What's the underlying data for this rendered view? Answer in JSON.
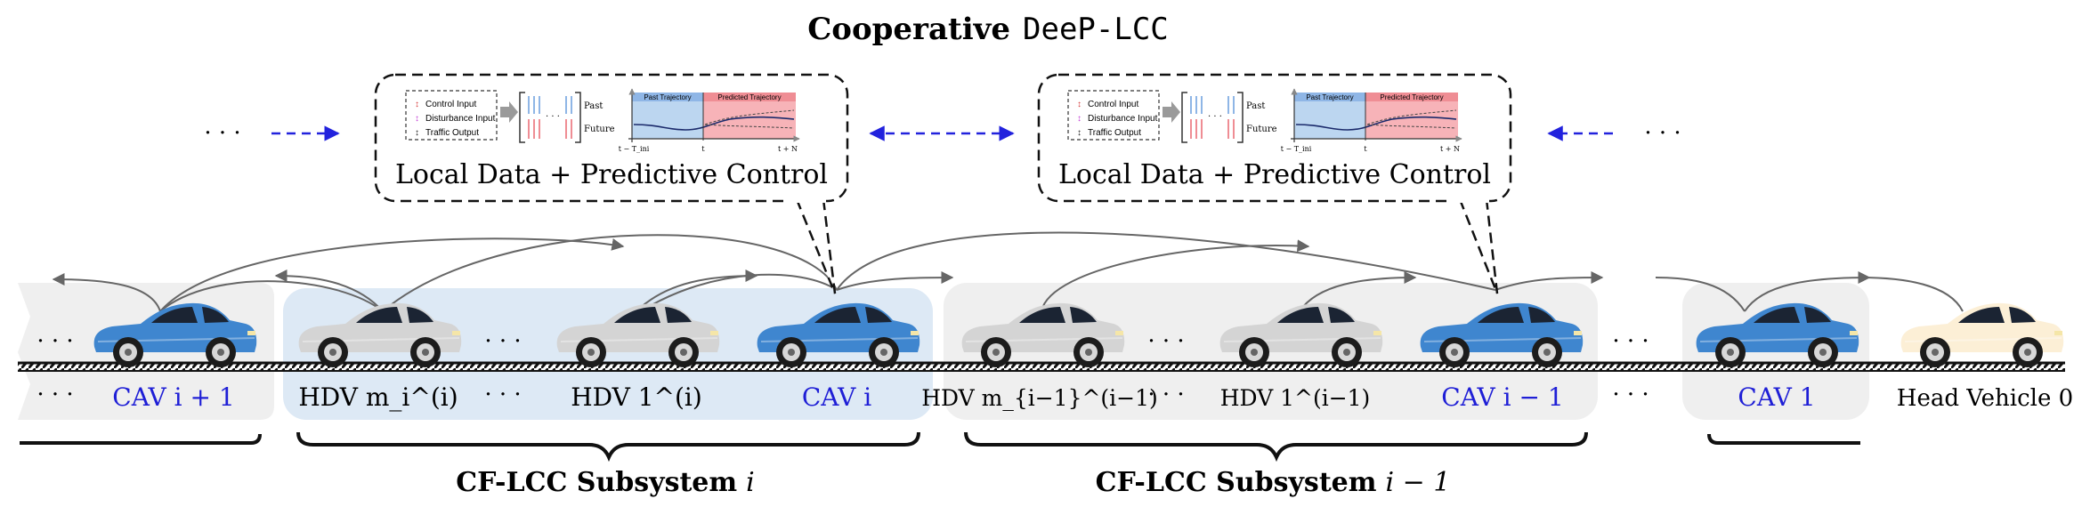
{
  "title": {
    "bold_part": "Cooperative",
    "mono_part": "DeeP-LCC"
  },
  "ellipsis": "· · ·",
  "callouts": [
    {
      "caption": "Local Data + Predictive Control",
      "legend": [
        "Control Input",
        "Disturbance Input",
        "Traffic Output"
      ],
      "hankel_labels": {
        "past": "Past",
        "future": "Future",
        "dots": "· · ·"
      },
      "plot": {
        "past_label": "Past Trajectory",
        "pred_label": "Predicted Trajectory",
        "ticks": {
          "start": "t − T_ini",
          "mid": "t",
          "end": "t + N"
        }
      }
    },
    {
      "caption": "Local Data + Predictive Control",
      "legend": [
        "Control Input",
        "Disturbance Input",
        "Traffic Output"
      ],
      "hankel_labels": {
        "past": "Past",
        "future": "Future",
        "dots": "· · ·"
      },
      "plot": {
        "past_label": "Past Trajectory",
        "pred_label": "Predicted Trajectory",
        "ticks": {
          "start": "t − T_ini",
          "mid": "t",
          "end": "t + N"
        }
      }
    }
  ],
  "vehicle_labels": {
    "cav_i_plus_1": "CAV i + 1",
    "hdv_m_i": "HDV m_i^(i)",
    "hdv_1_i": "HDV 1^(i)",
    "cav_i": "CAV i",
    "hdv_m_i_minus_1": "HDV m_{i−1}^(i−1)",
    "hdv_1_i_minus_1": "HDV 1^(i−1)",
    "cav_i_minus_1": "CAV i − 1",
    "cav_1": "CAV 1",
    "head_vehicle": "Head Vehicle 0"
  },
  "subsystems": [
    {
      "name": "CF-LCC Subsystem",
      "index": "i"
    },
    {
      "name": "CF-LCC Subsystem",
      "index": "i − 1"
    }
  ],
  "colors": {
    "cav_body": "#3f86cf",
    "hdv_body": "#d4d4d4",
    "head_body": "#fcefd6",
    "cav_text": "#1f1fd6",
    "subsystem_blue_bg": "#dde9f5",
    "subsystem_grey_bg": "#efefef",
    "comm_arrow": "#2222dd",
    "past_region": "#bcd6f0",
    "pred_region": "#f7b3b8"
  }
}
